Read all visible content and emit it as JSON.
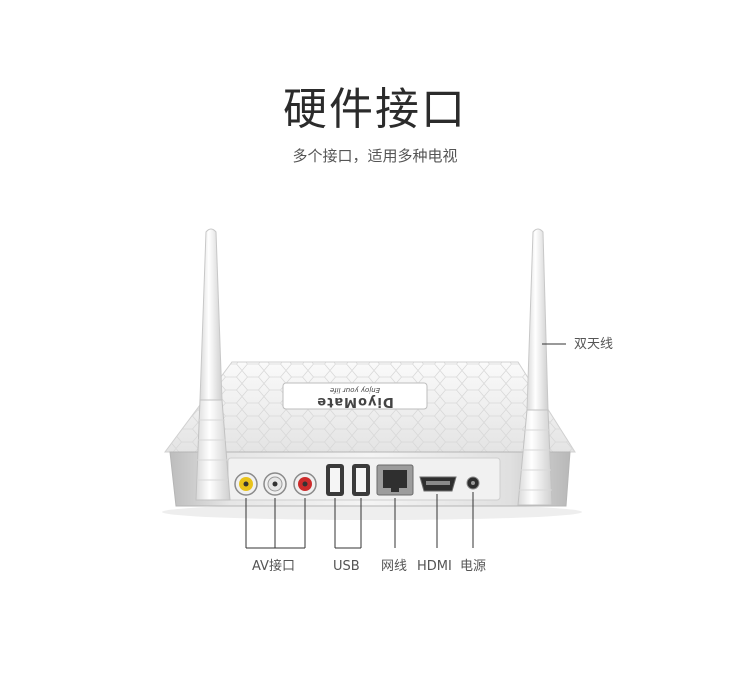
{
  "header": {
    "title": "硬件接口",
    "subtitle": "多个接口，适用多种电视"
  },
  "device": {
    "brand": "DiyoMate",
    "slogan": "Enjoy your life"
  },
  "callouts": {
    "antenna": "双天线",
    "av": "AV接口",
    "usb": "USB",
    "lan": "网线",
    "hdmi": "HDMI",
    "power": "电源"
  },
  "colors": {
    "av_yellow": "#e8c21a",
    "av_white": "#e6e6e6",
    "av_red": "#cc2b2b",
    "body_white": "#f3f3f3",
    "frame_silver": "#c9c9c9",
    "callout_line": "#333333"
  }
}
